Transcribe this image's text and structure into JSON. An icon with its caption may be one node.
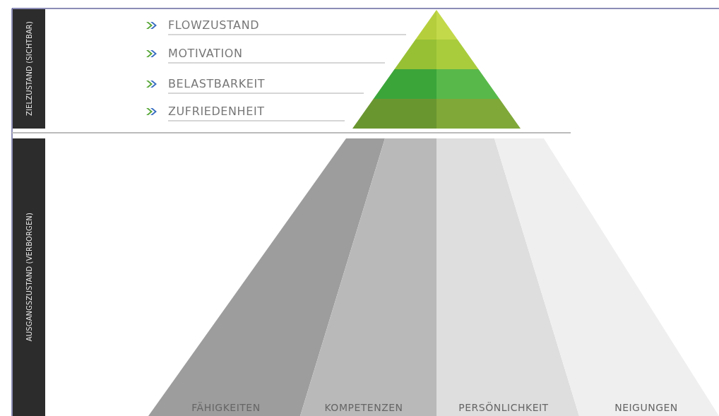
{
  "diagram": {
    "nodes": [
      {
        "text": [
          "ZIELZUSTAND (SICHTBAR)"
        ]
      },
      {
        "text": [
          "AUSGANGSZUSTAND (VERBORGEN)"
        ]
      },
      {
        "text": [
          "FÄHIGKEITEN"
        ]
      },
      {
        "text": [
          "KOMPETENZEN"
        ]
      },
      {
        "text": [
          "PERSÖNLICHKEIT"
        ]
      },
      {
        "text": [
          "NEIGUNGEN"
        ]
      }
    ],
    "edges": [],
    "labels": [
      "FLOWZUSTAND",
      "MOTIVATION",
      "BELASTBARKEIT",
      "ZUFRIEDENHEIT"
    ]
  }
}
